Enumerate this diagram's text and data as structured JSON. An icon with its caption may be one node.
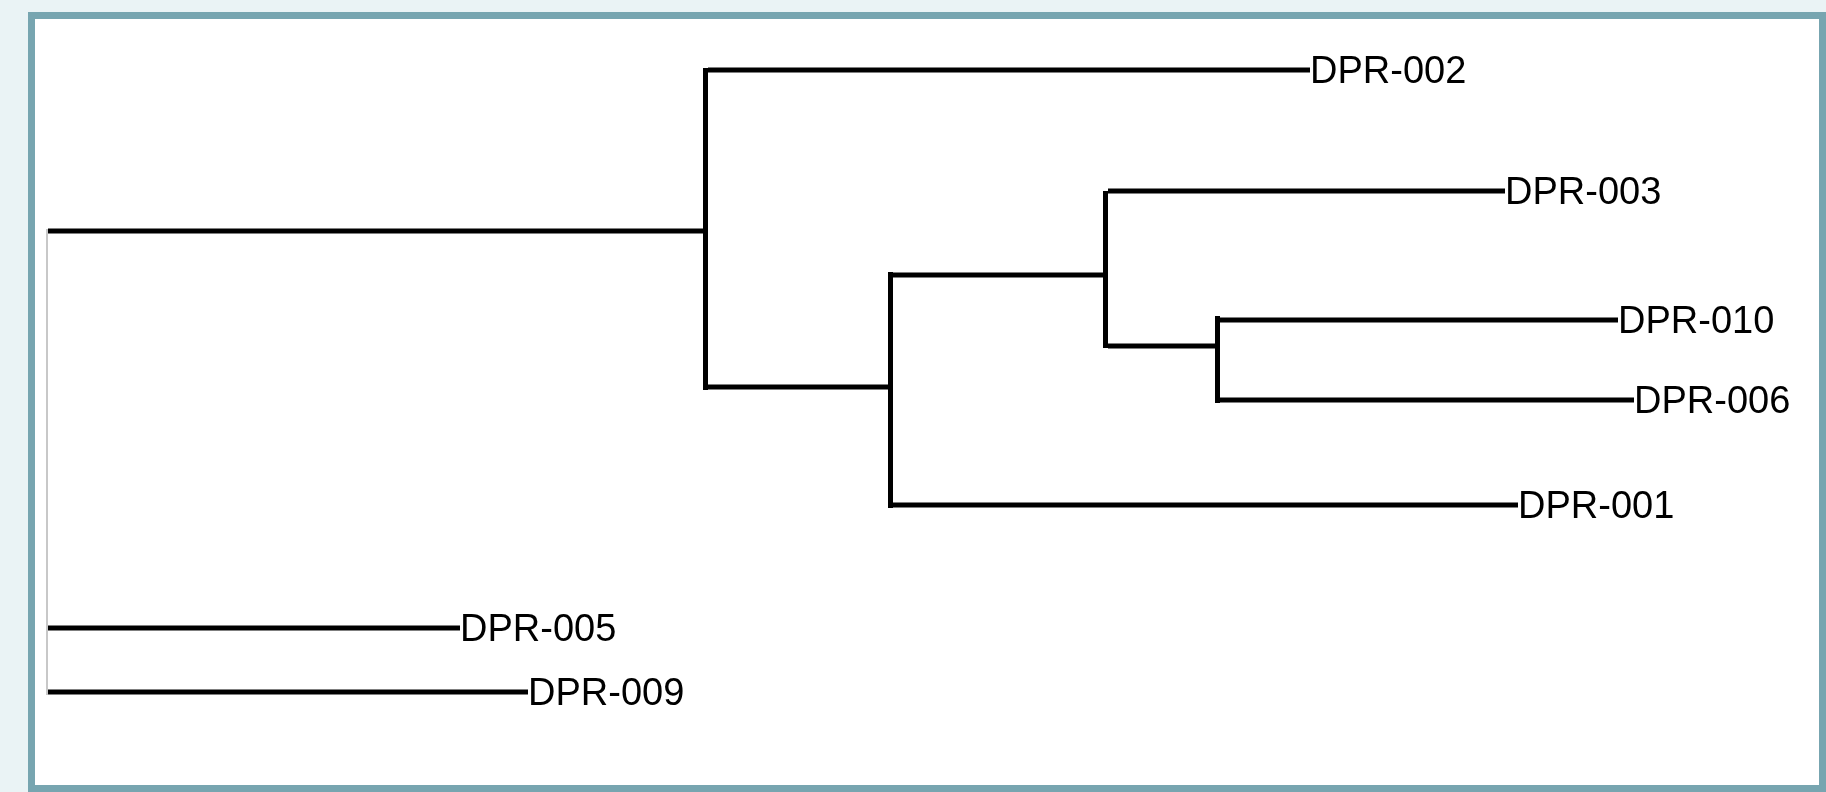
{
  "diagram": {
    "nodes": [
      {
        "text": [],
        "shape": "bar"
      },
      {
        "text": [],
        "shape": "bar"
      },
      {
        "text": [
          "DPR-002"
        ]
      },
      {
        "text": [],
        "shape": "bar"
      },
      {
        "text": [],
        "shape": "bar"
      },
      {
        "text": [
          "DPR-003"
        ]
      },
      {
        "text": [],
        "shape": "bar"
      },
      {
        "text": [
          "DPR-010"
        ]
      },
      {
        "text": [
          "DPR-006"
        ]
      },
      {
        "text": [
          "DPR-001"
        ]
      },
      {
        "text": [
          "DPR-005"
        ]
      },
      {
        "text": [
          "DPR-009"
        ]
      }
    ],
    "edges": [
      {
        "from": 0,
        "to": 1,
        "arrow": "none"
      },
      {
        "from": 1,
        "to": 2,
        "arrow": "none"
      },
      {
        "from": 1,
        "to": 3,
        "arrow": "none"
      },
      {
        "from": 3,
        "to": 4,
        "arrow": "none"
      },
      {
        "from": 4,
        "to": 5,
        "arrow": "none"
      },
      {
        "from": 4,
        "to": 6,
        "arrow": "none"
      },
      {
        "from": 6,
        "to": 7,
        "arrow": "none"
      },
      {
        "from": 6,
        "to": 8,
        "arrow": "none"
      },
      {
        "from": 3,
        "to": 9,
        "arrow": "none"
      },
      {
        "from": 0,
        "to": 10,
        "arrow": "none"
      },
      {
        "from": 0,
        "to": 11,
        "arrow": "none"
      }
    ]
  }
}
